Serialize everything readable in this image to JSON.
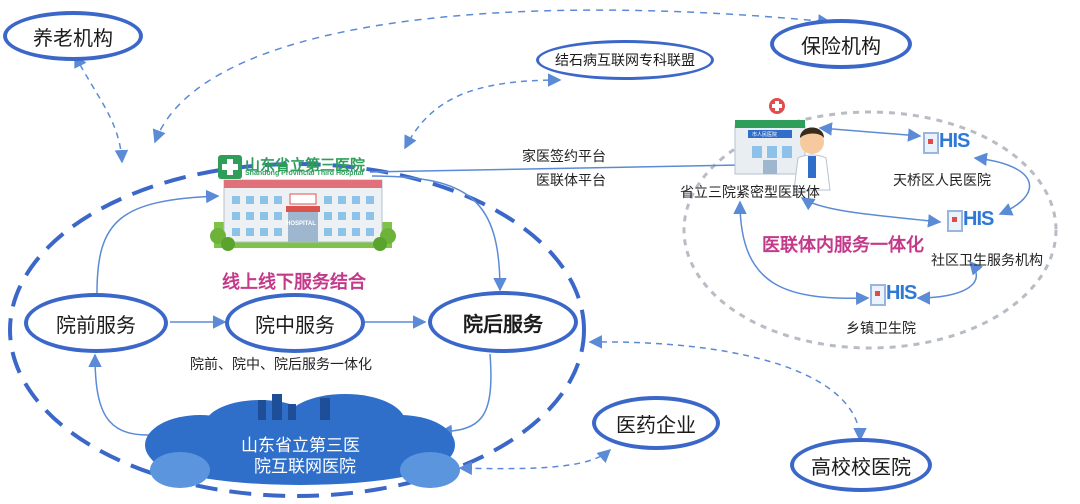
{
  "nodes": {
    "elderly_care": "养老机构",
    "insurance": "保险机构",
    "tb_alliance": "结石病互联网专科联盟",
    "pre_hospital": "院前服务",
    "in_hospital": "院中服务",
    "post_hospital": "院后服务",
    "pharma": "医药企业",
    "university_hospital": "高校校医院"
  },
  "hospital": {
    "logo_cn": "山东省立第三医院",
    "logo_en": "Shandong Provincial Third Hospital",
    "building_sign": "HOSPITAL",
    "label": "线上线下服务结合"
  },
  "integration_label": "院前、院中、院后服务一体化",
  "cloud": {
    "line1": "山东省立第三医",
    "line2": "院互联网医院"
  },
  "platforms": {
    "family": "家医签约平台",
    "consortium": "医联体平台"
  },
  "consortium": {
    "center_label": "省立三院紧密型医联体",
    "center_sign": "市人民医院",
    "title": "医联体内服务一体化",
    "his_text": "HIS",
    "members": {
      "tianqiao": "天桥区人民医院",
      "community": "社区卫生服务机构",
      "township": "乡镇卫生院"
    }
  },
  "colors": {
    "accent": "#3b67c9",
    "arrow": "#5b8bd6",
    "label_red": "#c43a8a",
    "his": "#2f79d6"
  }
}
